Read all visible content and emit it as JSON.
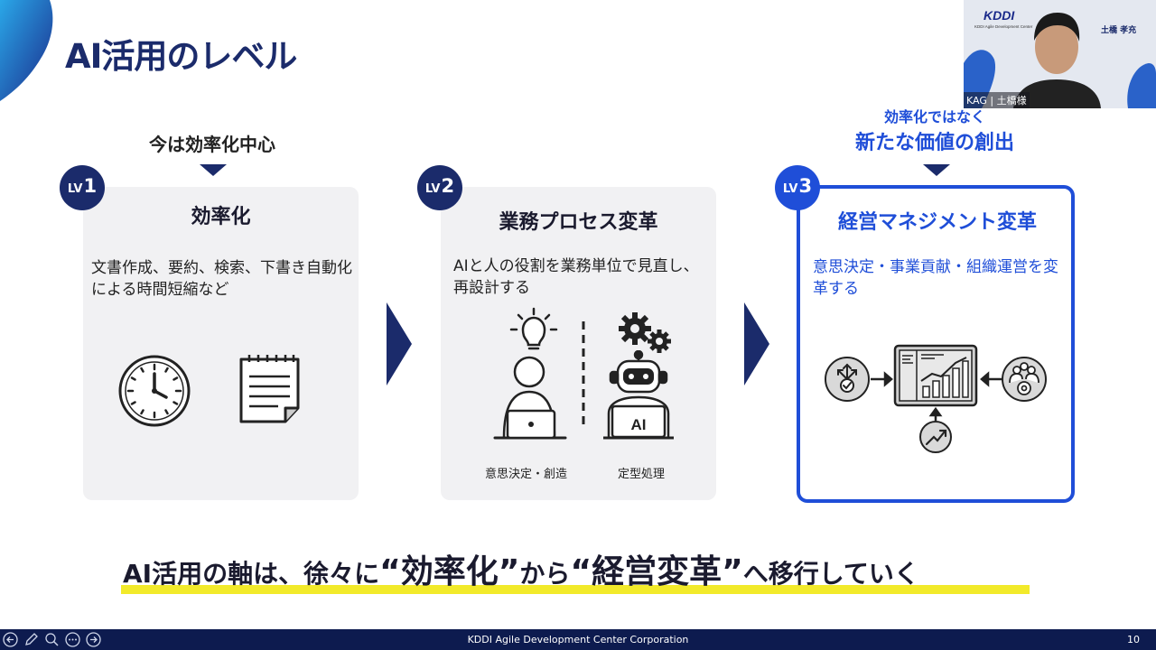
{
  "slide": {
    "title": "AI活用のレベル"
  },
  "levels": [
    {
      "badge_prefix": "LV",
      "badge_number": "1",
      "header": "今は効率化中心",
      "title": "効率化",
      "description": "文書作成、要約、検索、下書き自動化による時間短縮など",
      "icons": [
        "clock-icon",
        "notepad-icon"
      ]
    },
    {
      "badge_prefix": "LV",
      "badge_number": "2",
      "title": "業務プロセス変革",
      "description": "AIと人の役割を業務単位で見直し、再設計する",
      "captions": [
        "意思決定・創造",
        "定型処理"
      ],
      "icons": [
        "person-idea-icon",
        "ai-robot-icon",
        "gears-icon"
      ],
      "robot_screen_text": "AI"
    },
    {
      "badge_prefix": "LV",
      "badge_number": "3",
      "header_small": "効率化ではなく",
      "header_big": "新たな価値の創出",
      "title": "経営マネジメント変革",
      "description": "意思決定・事業貢献・組織運営を変革する",
      "icons": [
        "decision-icon",
        "dashboard-icon",
        "team-gear-icon",
        "growth-icon"
      ]
    }
  ],
  "tagline": {
    "part1": "AI活用の軸は、徐々に",
    "quote1": "“効率化”",
    "part2": "から",
    "quote2": "“経営変革”",
    "part3": "へ移行していく"
  },
  "footer": {
    "company": "KDDI Agile Development Center Corporation",
    "page": "10"
  },
  "video": {
    "label": "KAG | 土橋様",
    "logo": "KDDI",
    "logo_sub": "KDDI Agile Development Center",
    "name": "土橋 孝充"
  },
  "colors": {
    "navy": "#1b2b6b",
    "blue": "#1f4ed8",
    "highlight": "#f2ea2a",
    "footer": "#0d1b4f"
  }
}
